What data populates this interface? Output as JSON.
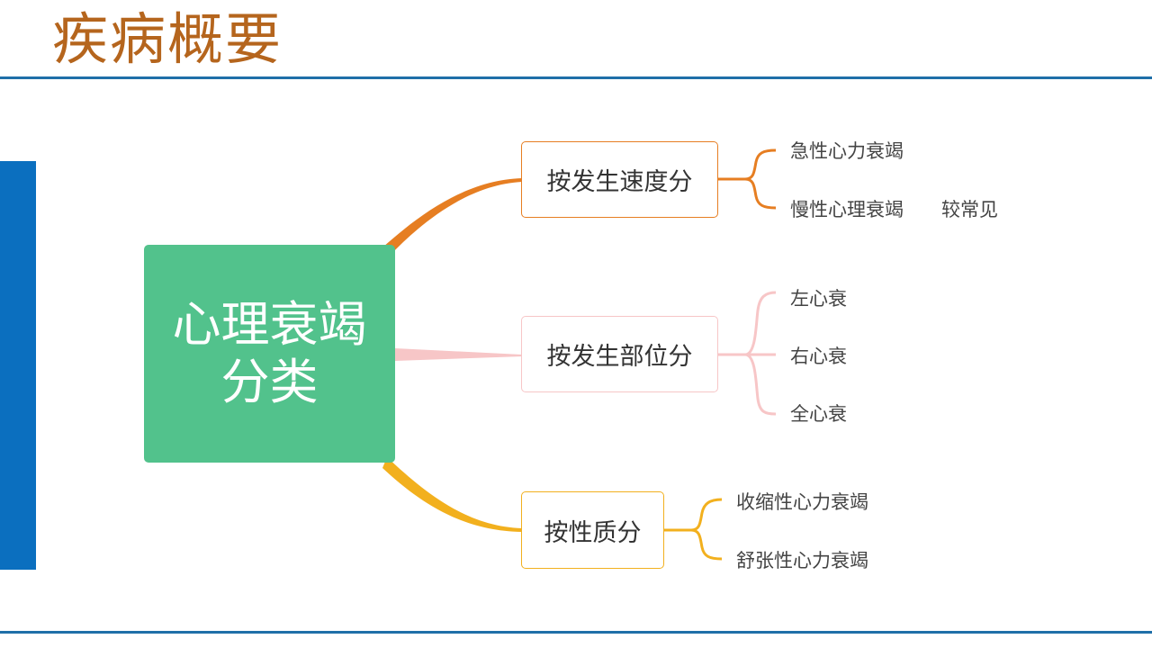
{
  "header": {
    "title": "疾病概要"
  },
  "mindmap": {
    "root": {
      "line1": "心理衰竭",
      "line2": "分类"
    },
    "branches": [
      {
        "label": "按发生速度分",
        "color": "#e67e22",
        "leaves": [
          "急性心力衰竭",
          "慢性心理衰竭"
        ],
        "note": "较常见"
      },
      {
        "label": "按发生部位分",
        "color": "#f7c6c7",
        "leaves": [
          "左心衰",
          "右心衰",
          "全心衰"
        ]
      },
      {
        "label": "按性质分",
        "color": "#f2b01e",
        "leaves": [
          "收缩性心力衰竭",
          "舒张性心力衰竭"
        ]
      }
    ]
  }
}
